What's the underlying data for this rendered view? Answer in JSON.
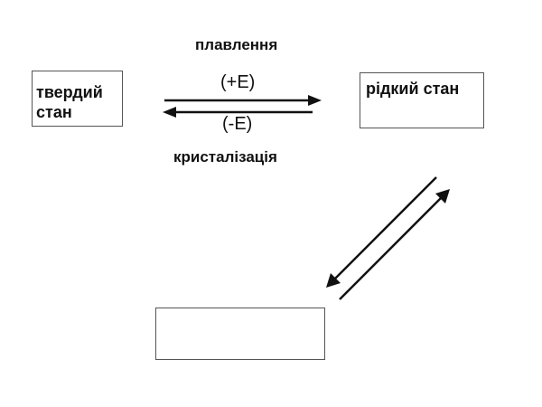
{
  "states": {
    "solid": "твердий стан",
    "liquid": "рідкий стан",
    "third": ""
  },
  "processes": {
    "melting": "плавлення",
    "melting_energy": "(+E)",
    "crystallization": "кристалізація",
    "crystallization_energy": "(-E)"
  },
  "colors": {
    "line": "#111111",
    "box_border": "#555555"
  }
}
